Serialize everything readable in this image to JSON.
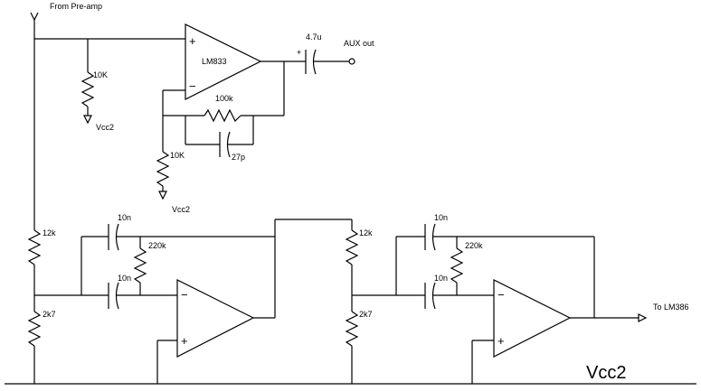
{
  "labels": {
    "input": "From Pre-amp",
    "aux_out": "AUX out",
    "to_lm386": "To LM386",
    "vcc2_small_1": "Vcc2",
    "vcc2_small_2": "Vcc2",
    "vcc2_big": "Vcc2"
  },
  "components": {
    "opamp_top": "LM833",
    "r_top_bias": "10K",
    "r_feedback": "100k",
    "c_feedback": "27p",
    "r_gain": "10K",
    "c_output": "4.7u",
    "c_output_polarity": "+",
    "stage1": {
      "r_upper": "12k",
      "r_lower": "2k7",
      "c_a": "10n",
      "c_b": "10n",
      "r_fb": "220k"
    },
    "stage2": {
      "r_upper": "12k",
      "r_lower": "2k7",
      "c_a": "10n",
      "c_b": "10n",
      "r_fb": "220k"
    }
  },
  "opamp_signs": {
    "plus": "+",
    "minus": "−"
  }
}
